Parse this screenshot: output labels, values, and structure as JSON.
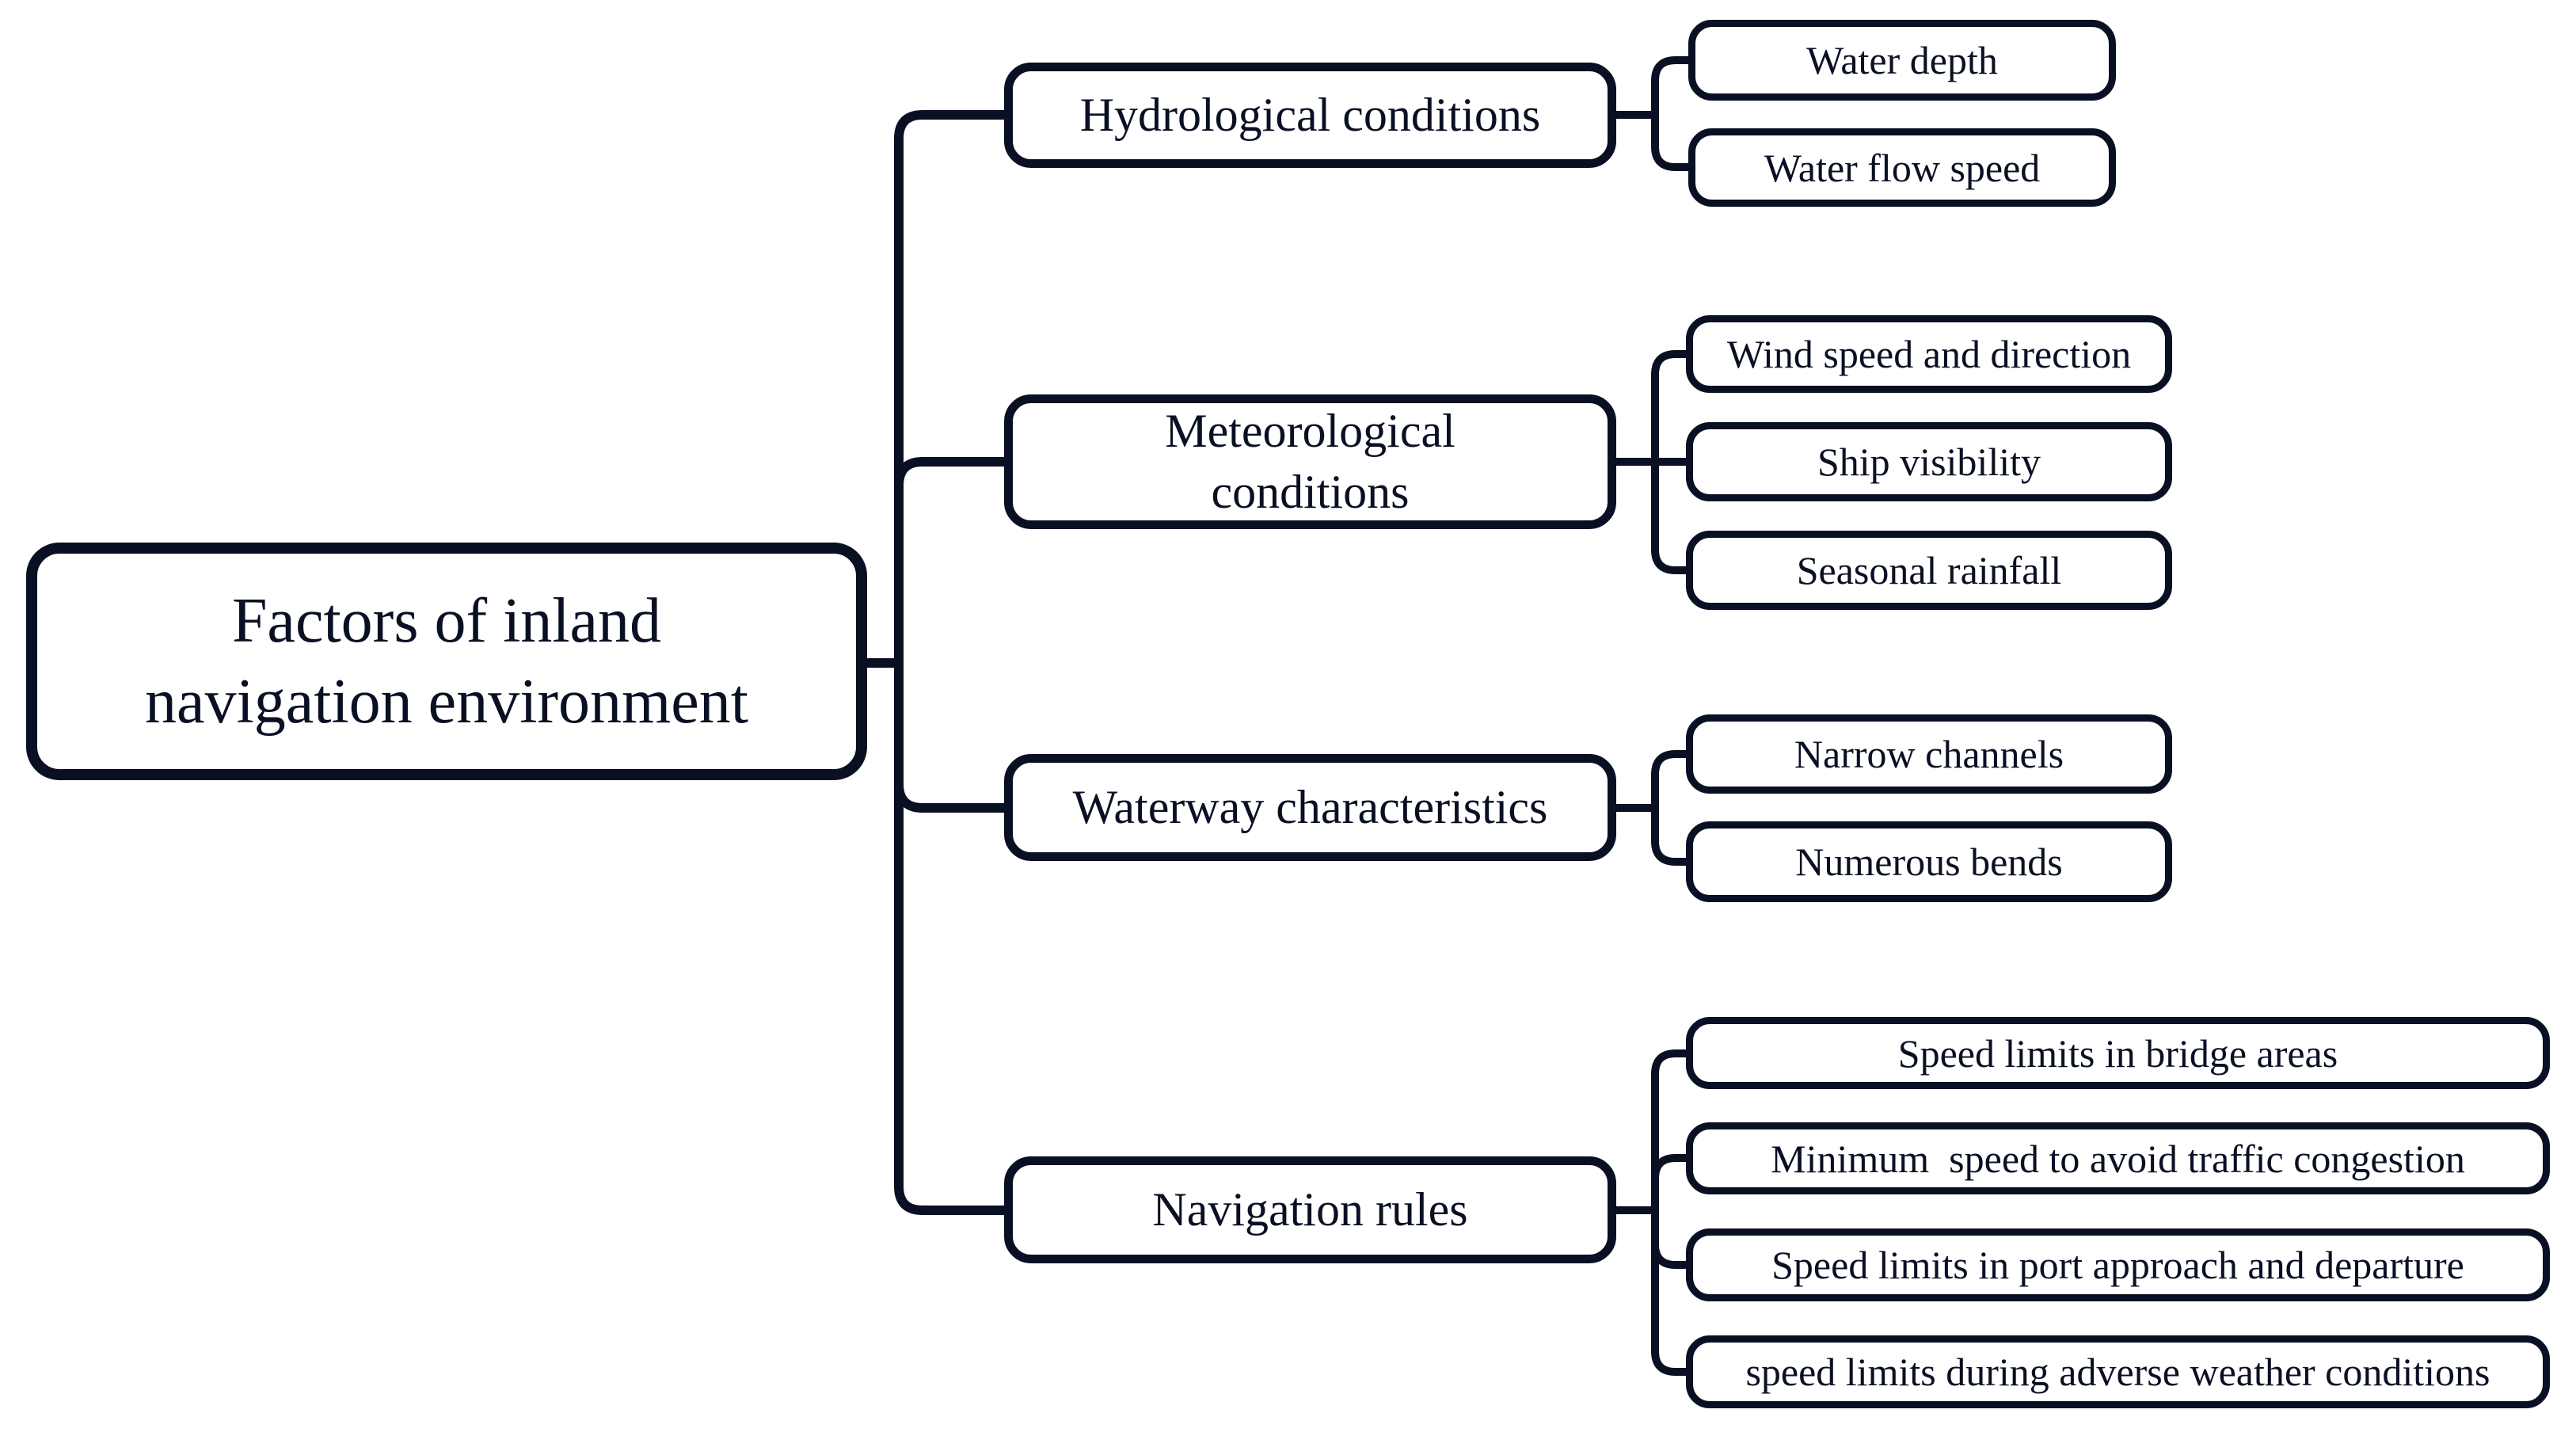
{
  "diagram": {
    "colors": {
      "ink": "#0a1023",
      "box_fill": "#ffffff",
      "background": "#ffffff"
    },
    "root": {
      "label": "Factors of inland\nnavigation environment"
    },
    "branches": [
      {
        "label": "Hydrological conditions",
        "children": [
          "Water depth",
          "Water flow speed"
        ]
      },
      {
        "label": "Meteorological\nconditions",
        "children": [
          "Wind speed and direction",
          "Ship visibility",
          "Seasonal rainfall"
        ]
      },
      {
        "label": "Waterway characteristics",
        "children": [
          "Narrow channels",
          "Numerous bends"
        ]
      },
      {
        "label": "Navigation rules",
        "children": [
          "Speed limits in bridge areas",
          "Minimum  speed to avoid traffic congestion",
          "Speed limits in port approach and departure",
          "speed limits during adverse weather conditions"
        ]
      }
    ]
  }
}
